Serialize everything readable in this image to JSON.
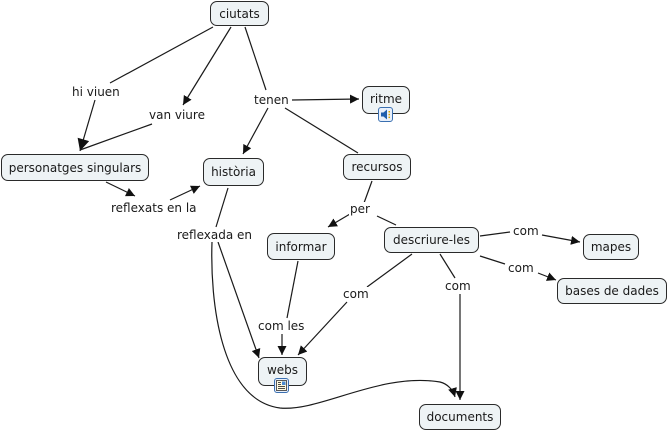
{
  "concept_map": {
    "nodes": [
      {
        "id": "ciutats",
        "label": "ciutats"
      },
      {
        "id": "personatges",
        "label": "personatges singulars"
      },
      {
        "id": "historia",
        "label": "història"
      },
      {
        "id": "ritme",
        "label": "ritme",
        "attachment": "audio-icon"
      },
      {
        "id": "recursos",
        "label": "recursos"
      },
      {
        "id": "informar",
        "label": "informar"
      },
      {
        "id": "descriure",
        "label": "descriure-les"
      },
      {
        "id": "mapes",
        "label": "mapes"
      },
      {
        "id": "bases",
        "label": "bases de dades"
      },
      {
        "id": "webs",
        "label": "webs",
        "attachment": "web-page-icon"
      },
      {
        "id": "documents",
        "label": "documents"
      }
    ],
    "linking_phrases": [
      {
        "id": "hi_viuen",
        "label": "hi viuen"
      },
      {
        "id": "van_viure",
        "label": "van viure"
      },
      {
        "id": "tenen",
        "label": "tenen"
      },
      {
        "id": "reflexats",
        "label": "reflexats en la"
      },
      {
        "id": "reflexada",
        "label": "reflexada en"
      },
      {
        "id": "per",
        "label": "per"
      },
      {
        "id": "com_les",
        "label": "com les"
      },
      {
        "id": "com_webs",
        "label": "com"
      },
      {
        "id": "com_docs",
        "label": "com"
      },
      {
        "id": "com_mapes",
        "label": "com"
      },
      {
        "id": "com_bases",
        "label": "com"
      }
    ],
    "connections": [
      [
        "ciutats",
        "hi_viuen"
      ],
      [
        "hi_viuen",
        "personatges"
      ],
      [
        "ciutats",
        "van_viure"
      ],
      [
        "van_viure",
        "personatges"
      ],
      [
        "ciutats",
        "tenen"
      ],
      [
        "tenen",
        "ritme"
      ],
      [
        "tenen",
        "historia"
      ],
      [
        "tenen",
        "recursos"
      ],
      [
        "personatges",
        "reflexats"
      ],
      [
        "reflexats",
        "historia"
      ],
      [
        "historia",
        "reflexada"
      ],
      [
        "reflexada",
        "webs"
      ],
      [
        "reflexada",
        "documents"
      ],
      [
        "recursos",
        "per"
      ],
      [
        "per",
        "informar"
      ],
      [
        "per",
        "descriure"
      ],
      [
        "informar",
        "com_les"
      ],
      [
        "com_les",
        "webs"
      ],
      [
        "descriure",
        "com_webs"
      ],
      [
        "com_webs",
        "webs"
      ],
      [
        "descriure",
        "com_docs"
      ],
      [
        "com_docs",
        "documents"
      ],
      [
        "descriure",
        "com_mapes"
      ],
      [
        "com_mapes",
        "mapes"
      ],
      [
        "descriure",
        "com_bases"
      ],
      [
        "com_bases",
        "bases"
      ]
    ],
    "colors": {
      "node_fill": "#eef3f5",
      "node_border": "#2a2a2a",
      "line": "#1a1a1a",
      "icon_border": "#3a6fb0"
    }
  }
}
